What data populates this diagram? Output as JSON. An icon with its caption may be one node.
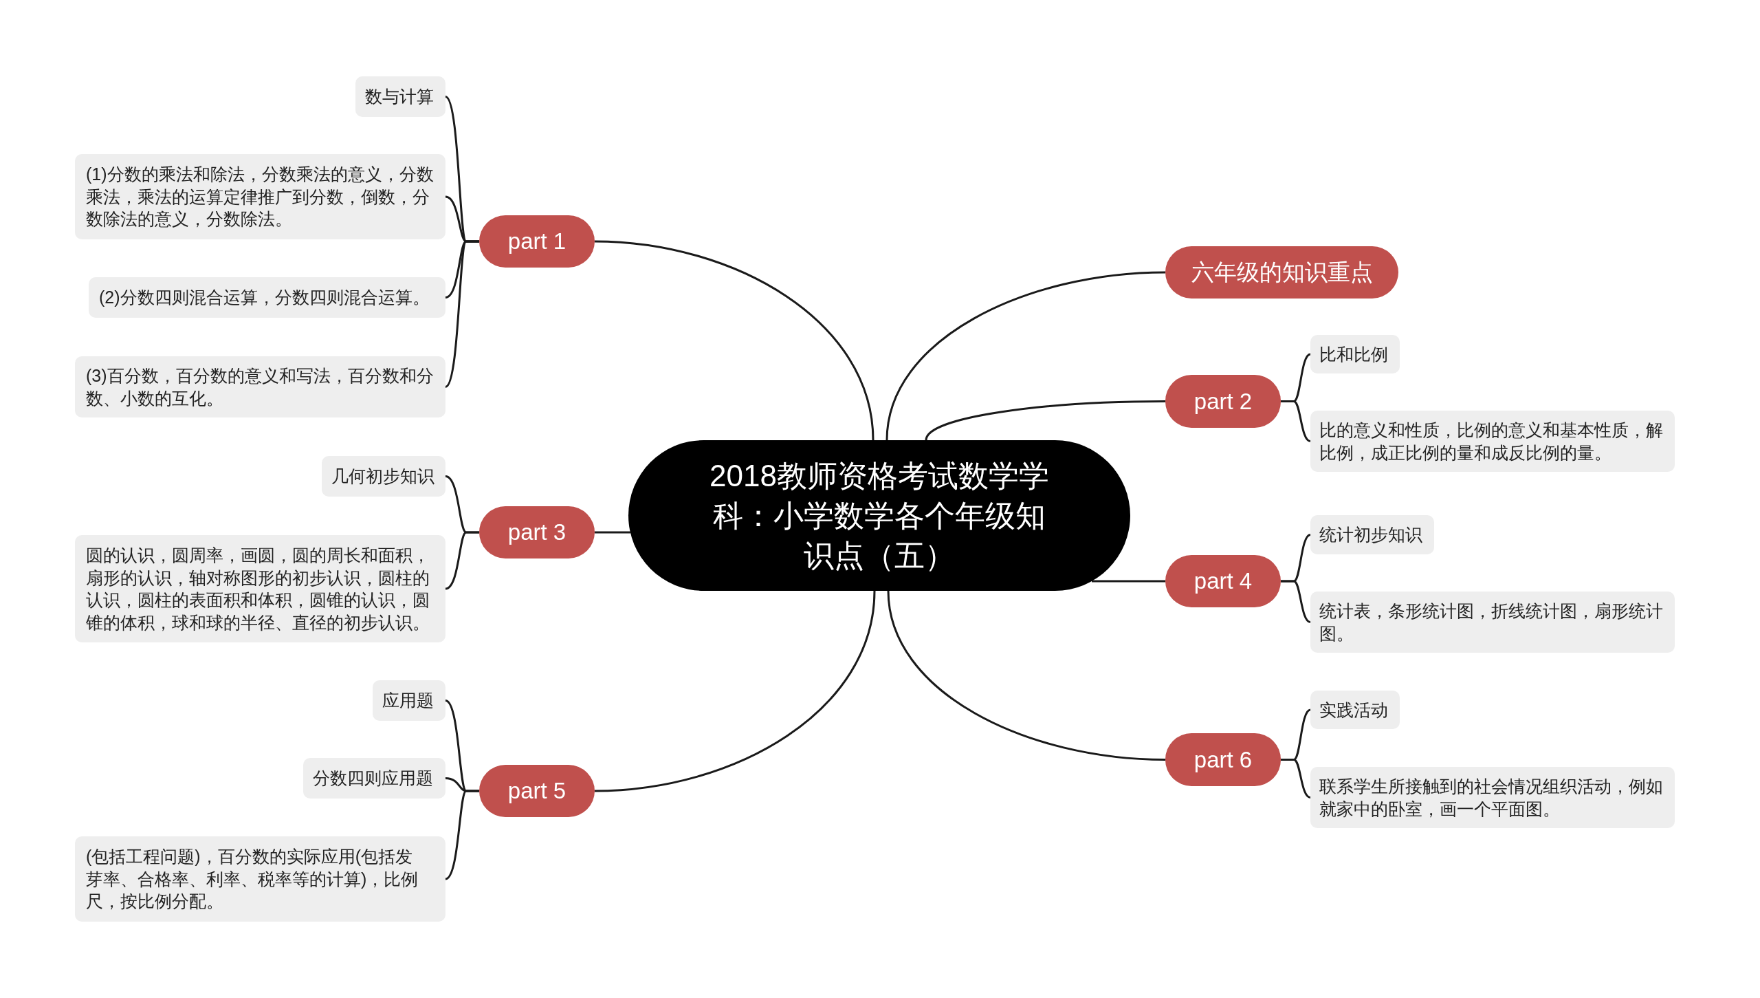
{
  "diagram": {
    "nodes": [
      {
        "text": [
          "2018教师资格考试数学学科：小学数学各个年级知识点（五）"
        ]
      },
      {
        "text": [
          "六年级的知识重点"
        ]
      },
      {
        "text": [
          "part 1"
        ]
      },
      {
        "text": [
          "数与计算"
        ]
      },
      {
        "text": [
          "(1)分数的乘法和除法，分数乘法的意义，分数乘法，乘法的运算定律推广到分数，倒数，分数除法的意义，分数除法。"
        ]
      },
      {
        "text": [
          "(2)分数四则混合运算，分数四则混合运算。"
        ]
      },
      {
        "text": [
          "(3)百分数，百分数的意义和写法，百分数和分数、小数的互化。"
        ]
      },
      {
        "text": [
          "part 2"
        ]
      },
      {
        "text": [
          "比和比例"
        ]
      },
      {
        "text": [
          "比的意义和性质，比例的意义和基本性质，解比例，成正比例的量和成反比例的量。"
        ]
      },
      {
        "text": [
          "part 3"
        ]
      },
      {
        "text": [
          "几何初步知识"
        ]
      },
      {
        "text": [
          "圆的认识，圆周率，画圆，圆的周长和面积，扇形的认识，轴对称图形的初步认识，圆柱的认识，圆柱的表面积和体积，圆锥的认识，圆锥的体积，球和球的半径、直径的初步认识。"
        ]
      },
      {
        "text": [
          "part 4"
        ]
      },
      {
        "text": [
          "统计初步知识"
        ]
      },
      {
        "text": [
          "统计表，条形统计图，折线统计图，扇形统计图。"
        ]
      },
      {
        "text": [
          "part 5"
        ]
      },
      {
        "text": [
          "应用题"
        ]
      },
      {
        "text": [
          "分数四则应用题"
        ]
      },
      {
        "text": [
          "(包括工程问题)，百分数的实际应用(包括发芽率、合格率、利率、税率等的计算)，比例尺，按比例分配。"
        ]
      },
      {
        "text": [
          "part 6"
        ]
      },
      {
        "text": [
          "实践活动"
        ]
      },
      {
        "text": [
          "联系学生所接触到的社会情况组织活动，例如就家中的卧室，画一个平面图。"
        ]
      }
    ],
    "edges": [
      {
        "from": 0,
        "to": 1,
        "arrow": "none"
      },
      {
        "from": 0,
        "to": 2,
        "arrow": "none"
      },
      {
        "from": 2,
        "to": 3,
        "arrow": "none"
      },
      {
        "from": 2,
        "to": 4,
        "arrow": "none"
      },
      {
        "from": 2,
        "to": 5,
        "arrow": "none"
      },
      {
        "from": 2,
        "to": 6,
        "arrow": "none"
      },
      {
        "from": 0,
        "to": 7,
        "arrow": "none"
      },
      {
        "from": 7,
        "to": 8,
        "arrow": "none"
      },
      {
        "from": 7,
        "to": 9,
        "arrow": "none"
      },
      {
        "from": 0,
        "to": 10,
        "arrow": "none"
      },
      {
        "from": 10,
        "to": 11,
        "arrow": "none"
      },
      {
        "from": 10,
        "to": 12,
        "arrow": "none"
      },
      {
        "from": 0,
        "to": 13,
        "arrow": "none"
      },
      {
        "from": 13,
        "to": 14,
        "arrow": "none"
      },
      {
        "from": 13,
        "to": 15,
        "arrow": "none"
      },
      {
        "from": 0,
        "to": 16,
        "arrow": "none"
      },
      {
        "from": 16,
        "to": 17,
        "arrow": "none"
      },
      {
        "from": 16,
        "to": 18,
        "arrow": "none"
      },
      {
        "from": 16,
        "to": 19,
        "arrow": "none"
      },
      {
        "from": 0,
        "to": 20,
        "arrow": "none"
      },
      {
        "from": 20,
        "to": 21,
        "arrow": "none"
      },
      {
        "from": 20,
        "to": 22,
        "arrow": "none"
      }
    ]
  }
}
